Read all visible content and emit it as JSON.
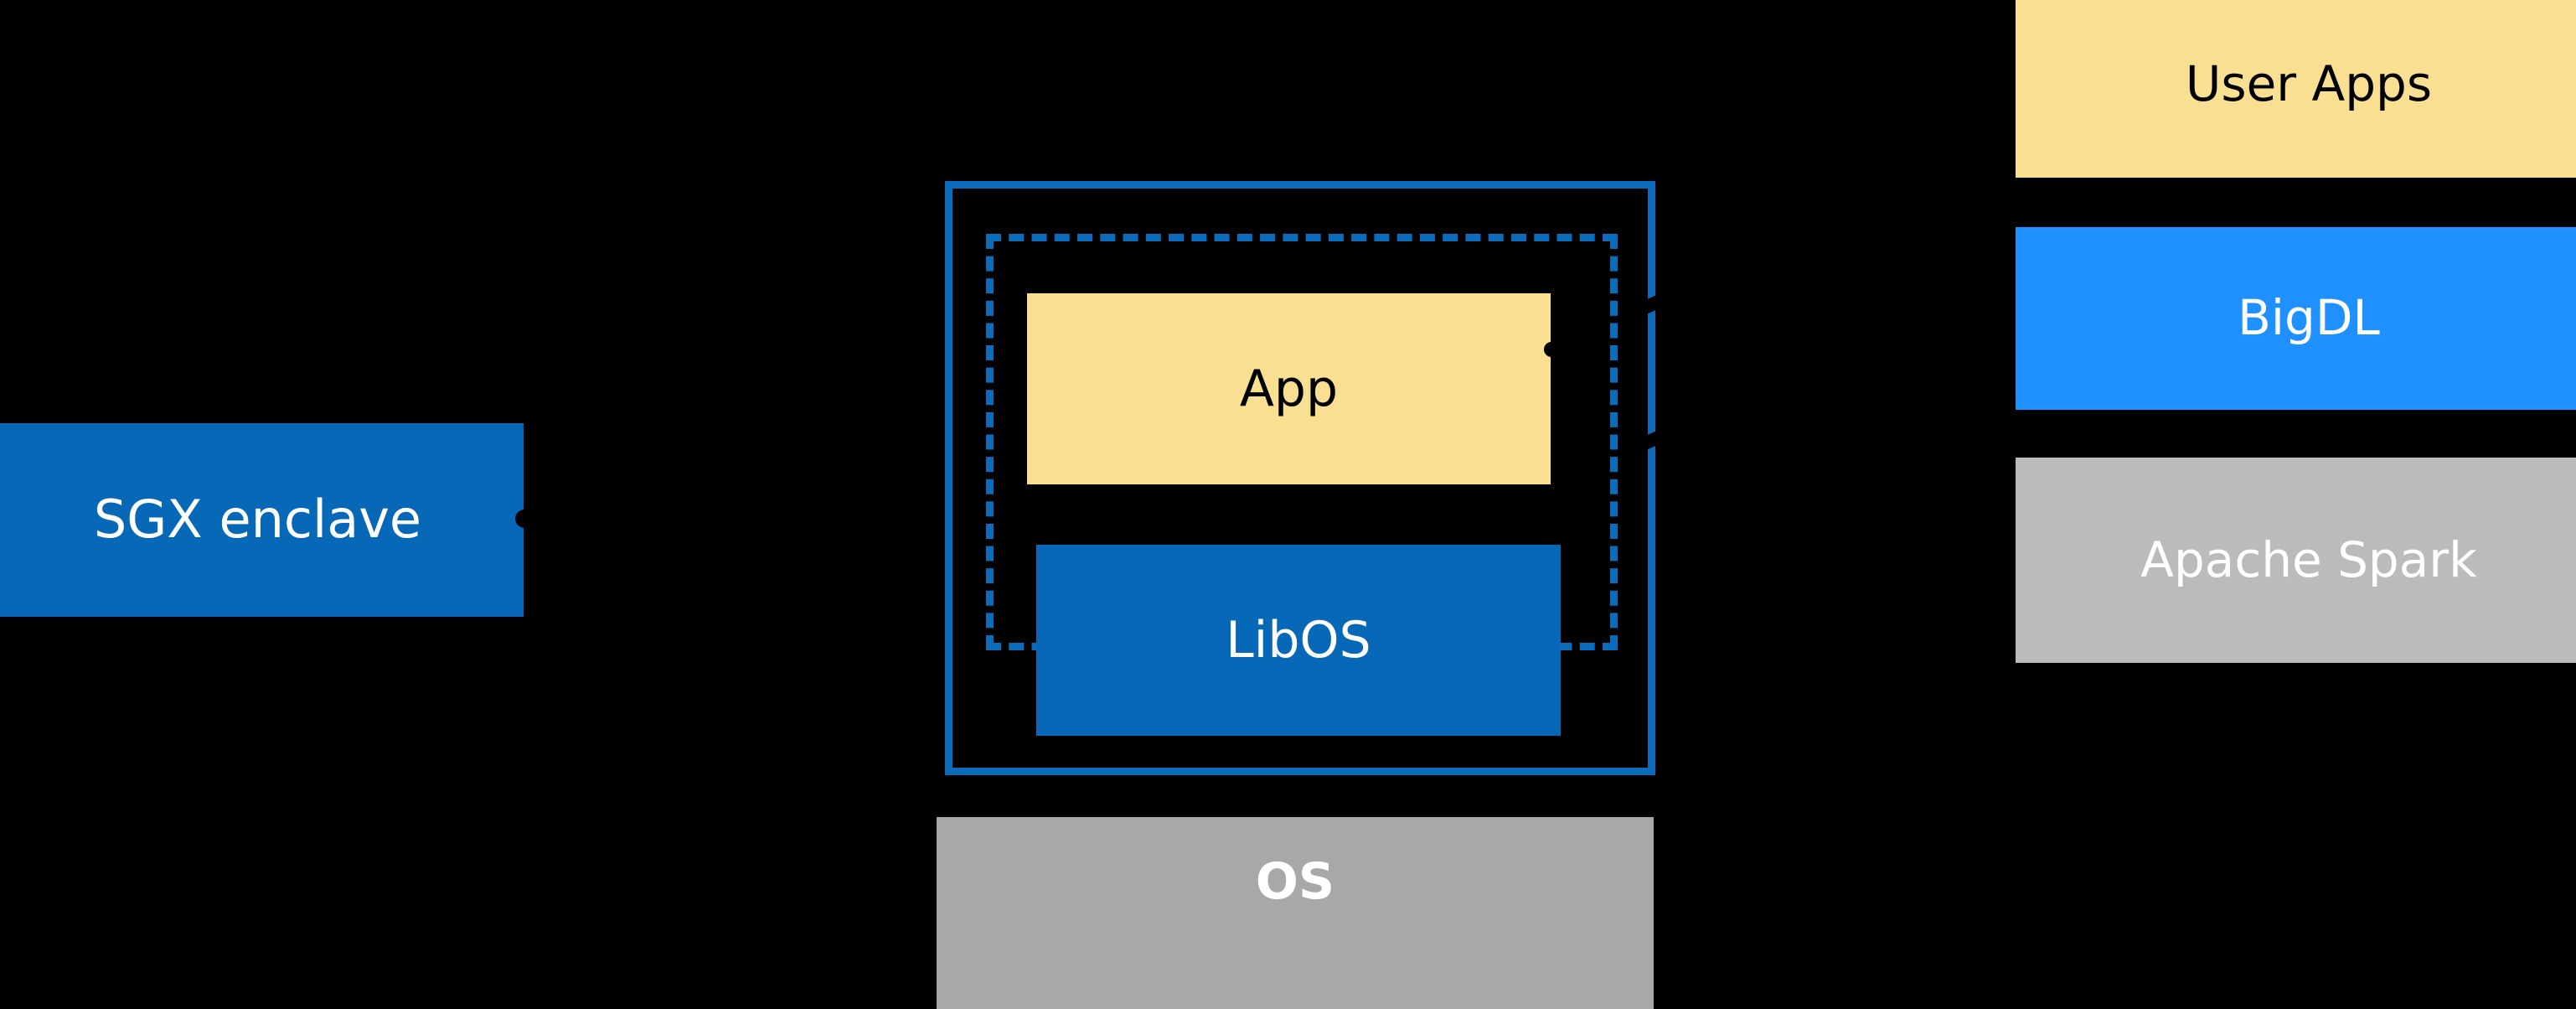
{
  "diagram": {
    "background_color": "#000000",
    "palette": {
      "blue_fill": "#0868B8",
      "blue_outline": "#0B6CBB",
      "bright_blue": "#1E90FF",
      "yellow": "#F8DF92",
      "gray_os": "#A8A8A8",
      "gray_spark": "#BBBBBB",
      "white": "#FFFFFF",
      "black": "#000000"
    }
  },
  "left_column": {
    "sgx_enclave_label": "SGX enclave"
  },
  "center_column": {
    "app_label": "App",
    "libos_label": "LibOS",
    "os_label": "OS"
  },
  "right_column": {
    "items": [
      {
        "label": "User Apps"
      },
      {
        "label": "BigDL"
      },
      {
        "label": "Apache Spark"
      }
    ]
  }
}
